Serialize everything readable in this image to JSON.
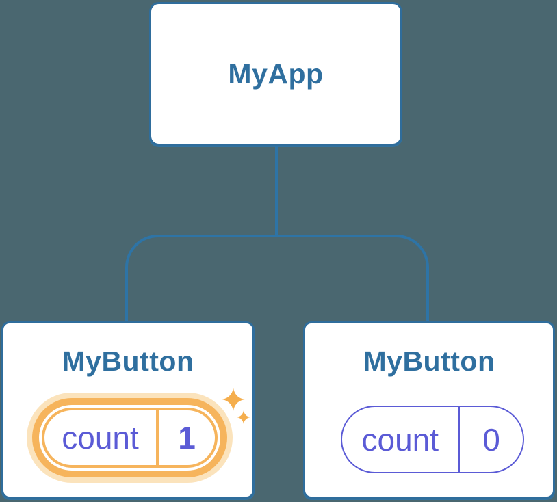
{
  "diagram": {
    "root": {
      "label": "MyApp"
    },
    "children": [
      {
        "label": "MyButton",
        "state": {
          "key": "count",
          "value": "1"
        },
        "highlighted": true,
        "icon": "sparkle-icon"
      },
      {
        "label": "MyButton",
        "state": {
          "key": "count",
          "value": "0"
        },
        "highlighted": false
      }
    ]
  },
  "colors": {
    "background": "#4a6770",
    "node-border": "#2f6d9c",
    "node-bg": "#ffffff",
    "connector": "#2e74a6",
    "title-text": "#2f6f9f",
    "state-text": "#5b5bd6",
    "state-border": "#5b5bd6",
    "highlight-orange": "#f6b45c",
    "highlight-halo": "#fbe3bc",
    "sparkle": "#f5ae4d"
  }
}
